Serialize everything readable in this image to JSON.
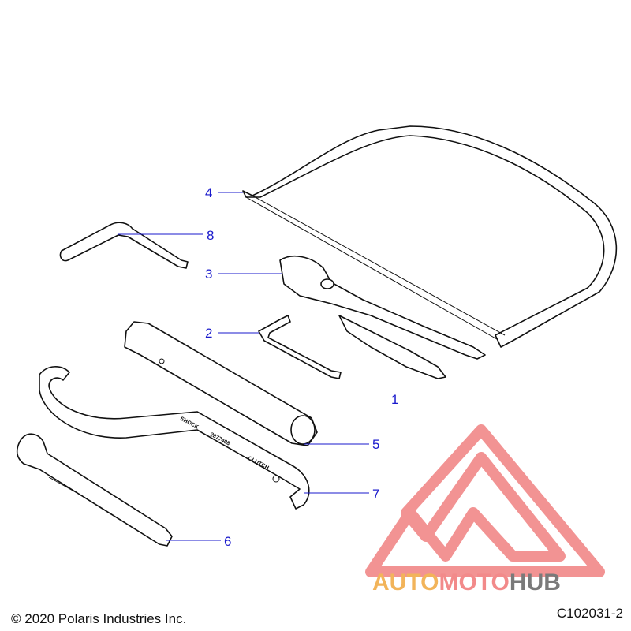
{
  "callouts": [
    {
      "id": "1",
      "label": "1"
    },
    {
      "id": "2",
      "label": "2"
    },
    {
      "id": "3",
      "label": "3"
    },
    {
      "id": "4",
      "label": "4"
    },
    {
      "id": "5",
      "label": "5"
    },
    {
      "id": "6",
      "label": "6"
    },
    {
      "id": "7",
      "label": "7"
    },
    {
      "id": "8",
      "label": "8"
    }
  ],
  "wrench_stamps": {
    "line1": "SHOCK",
    "line2": "2877408",
    "line3": "CLUTCH"
  },
  "footer": {
    "copyright": "© 2020 Polaris Industries Inc.",
    "figure_code": "C102031-2"
  },
  "watermark": {
    "part1": "AUTO",
    "part2": "MOTO",
    "part3": "HUB",
    "color_part1": "#f2b45a",
    "color_part2": "#f28a8a",
    "color_part3": "#7a7a7a",
    "logo_color": "#f08080"
  },
  "colors": {
    "callout": "#1a1acc",
    "line_art": "#111111"
  }
}
